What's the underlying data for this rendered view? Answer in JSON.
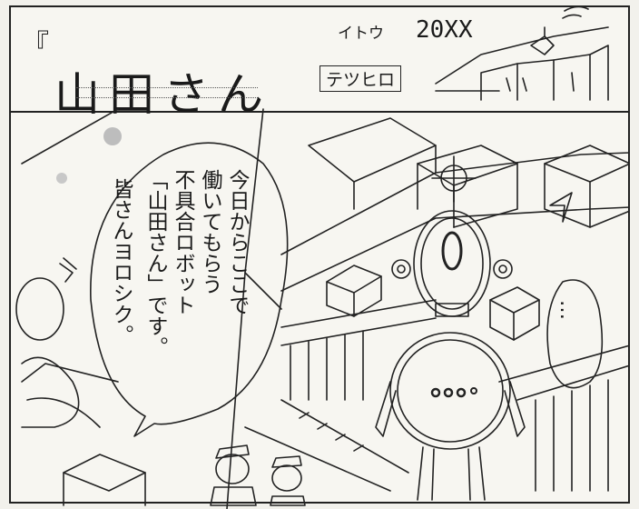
{
  "title": {
    "bracket": "『",
    "text": "山田さん"
  },
  "author": {
    "top": "イトウ",
    "bottom": "テツヒロ"
  },
  "year": "20XX",
  "speech": {
    "lines": [
      "今日からここで",
      "働いてもらう",
      "不具合ロボット",
      "「山田さん」です。",
      "皆さんヨロシク。"
    ]
  },
  "robot_bubble": "…"
}
